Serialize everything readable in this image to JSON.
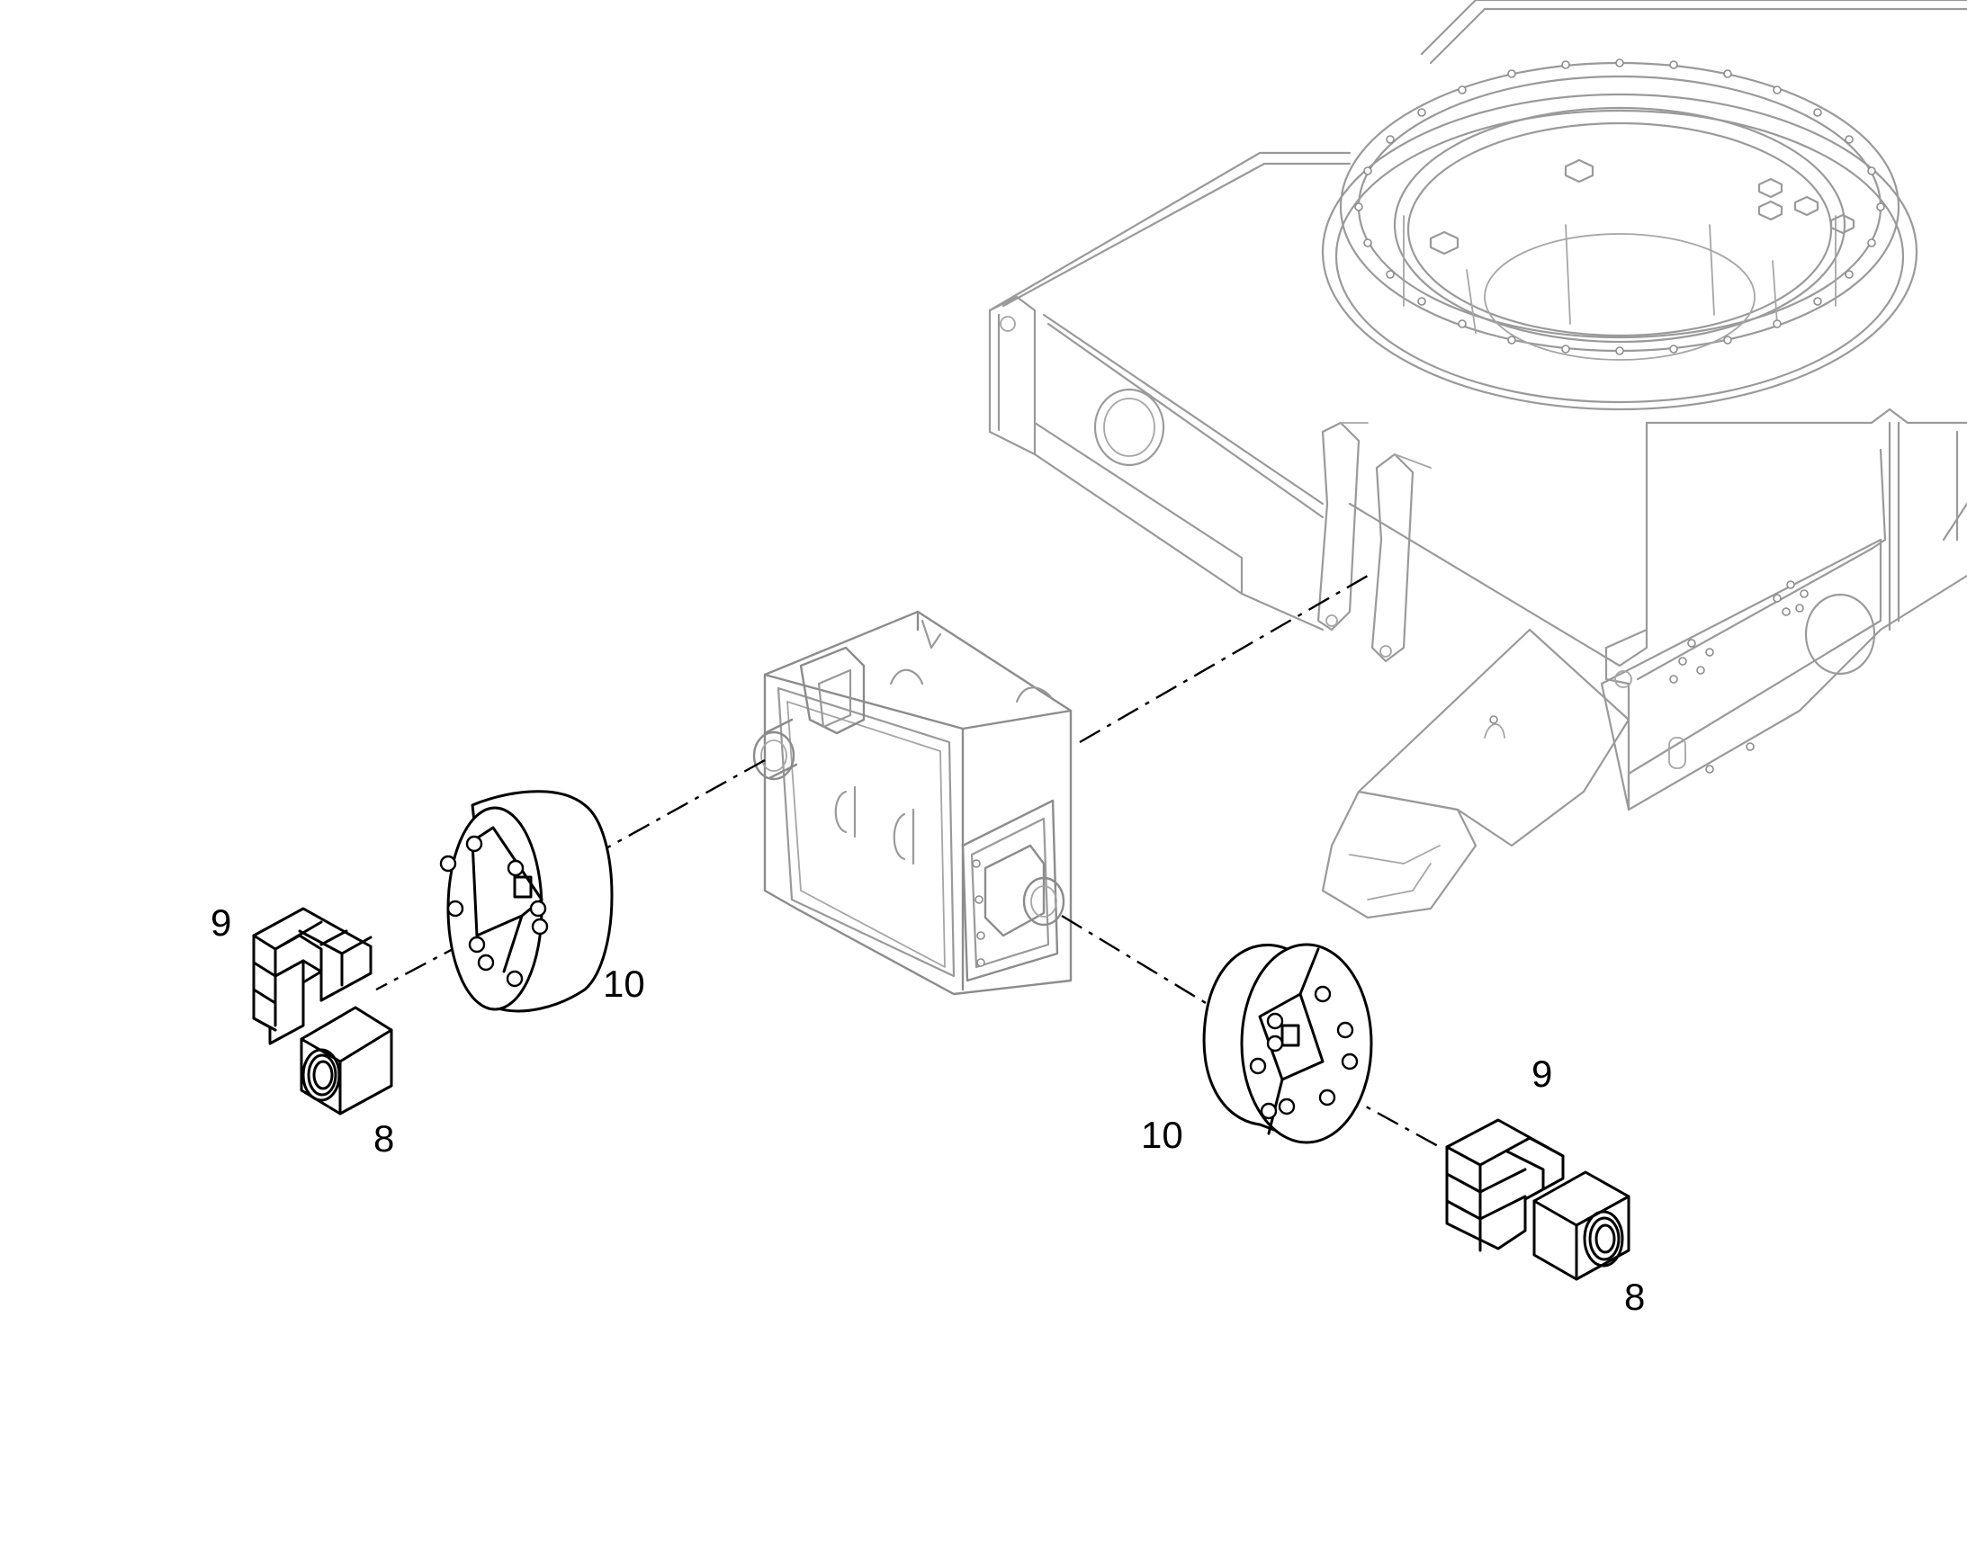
{
  "callouts": {
    "left_part_9": "9",
    "left_part_8": "8",
    "left_part_10": "10",
    "right_part_10": "10",
    "right_part_9": "9",
    "right_part_8": "8"
  },
  "colors": {
    "background": "#ffffff",
    "context_line": "#9a9a9a",
    "part_outline": "#000000"
  }
}
